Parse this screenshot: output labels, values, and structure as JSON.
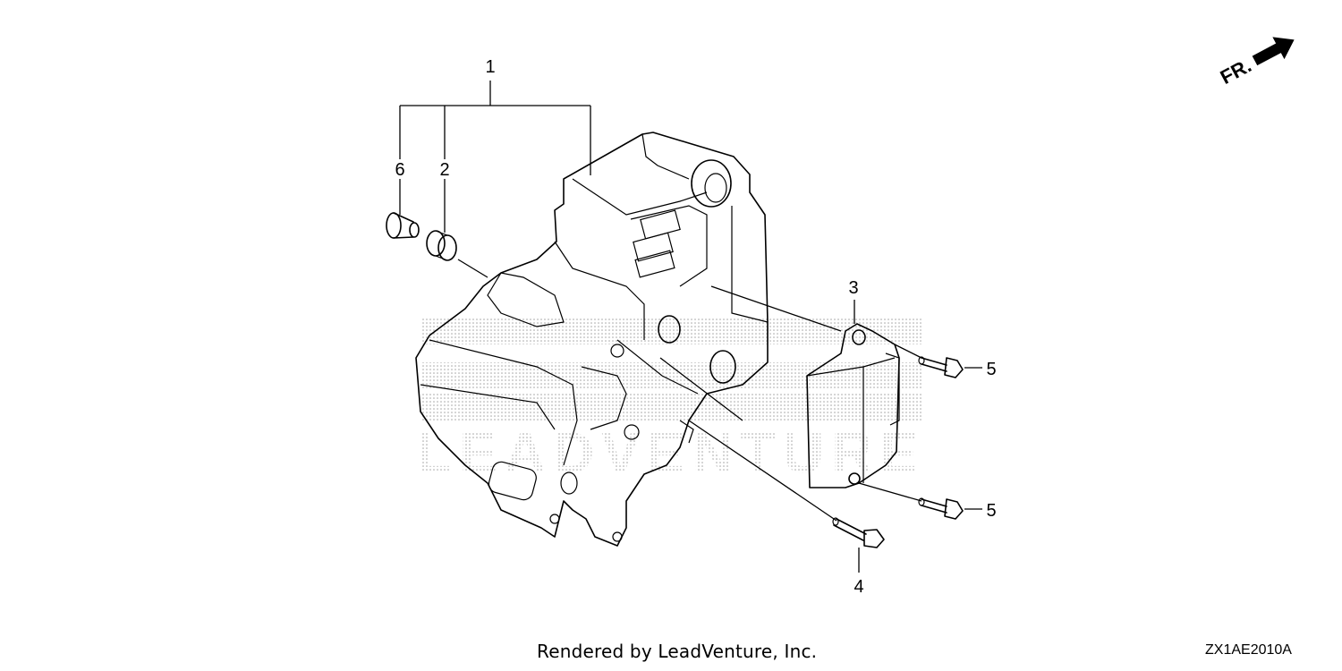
{
  "callouts": [
    {
      "number": "1"
    },
    {
      "number": "6"
    },
    {
      "number": "2"
    },
    {
      "number": "3"
    },
    {
      "number": "5"
    },
    {
      "number": "5"
    },
    {
      "number": "4"
    }
  ],
  "direction_marker": {
    "label": "FR."
  },
  "footer": {
    "credit": "Rendered by LeadVenture, Inc.",
    "diagram_code": "ZX1AE2010A"
  },
  "watermark": {
    "text": "LEADVENTURE"
  }
}
